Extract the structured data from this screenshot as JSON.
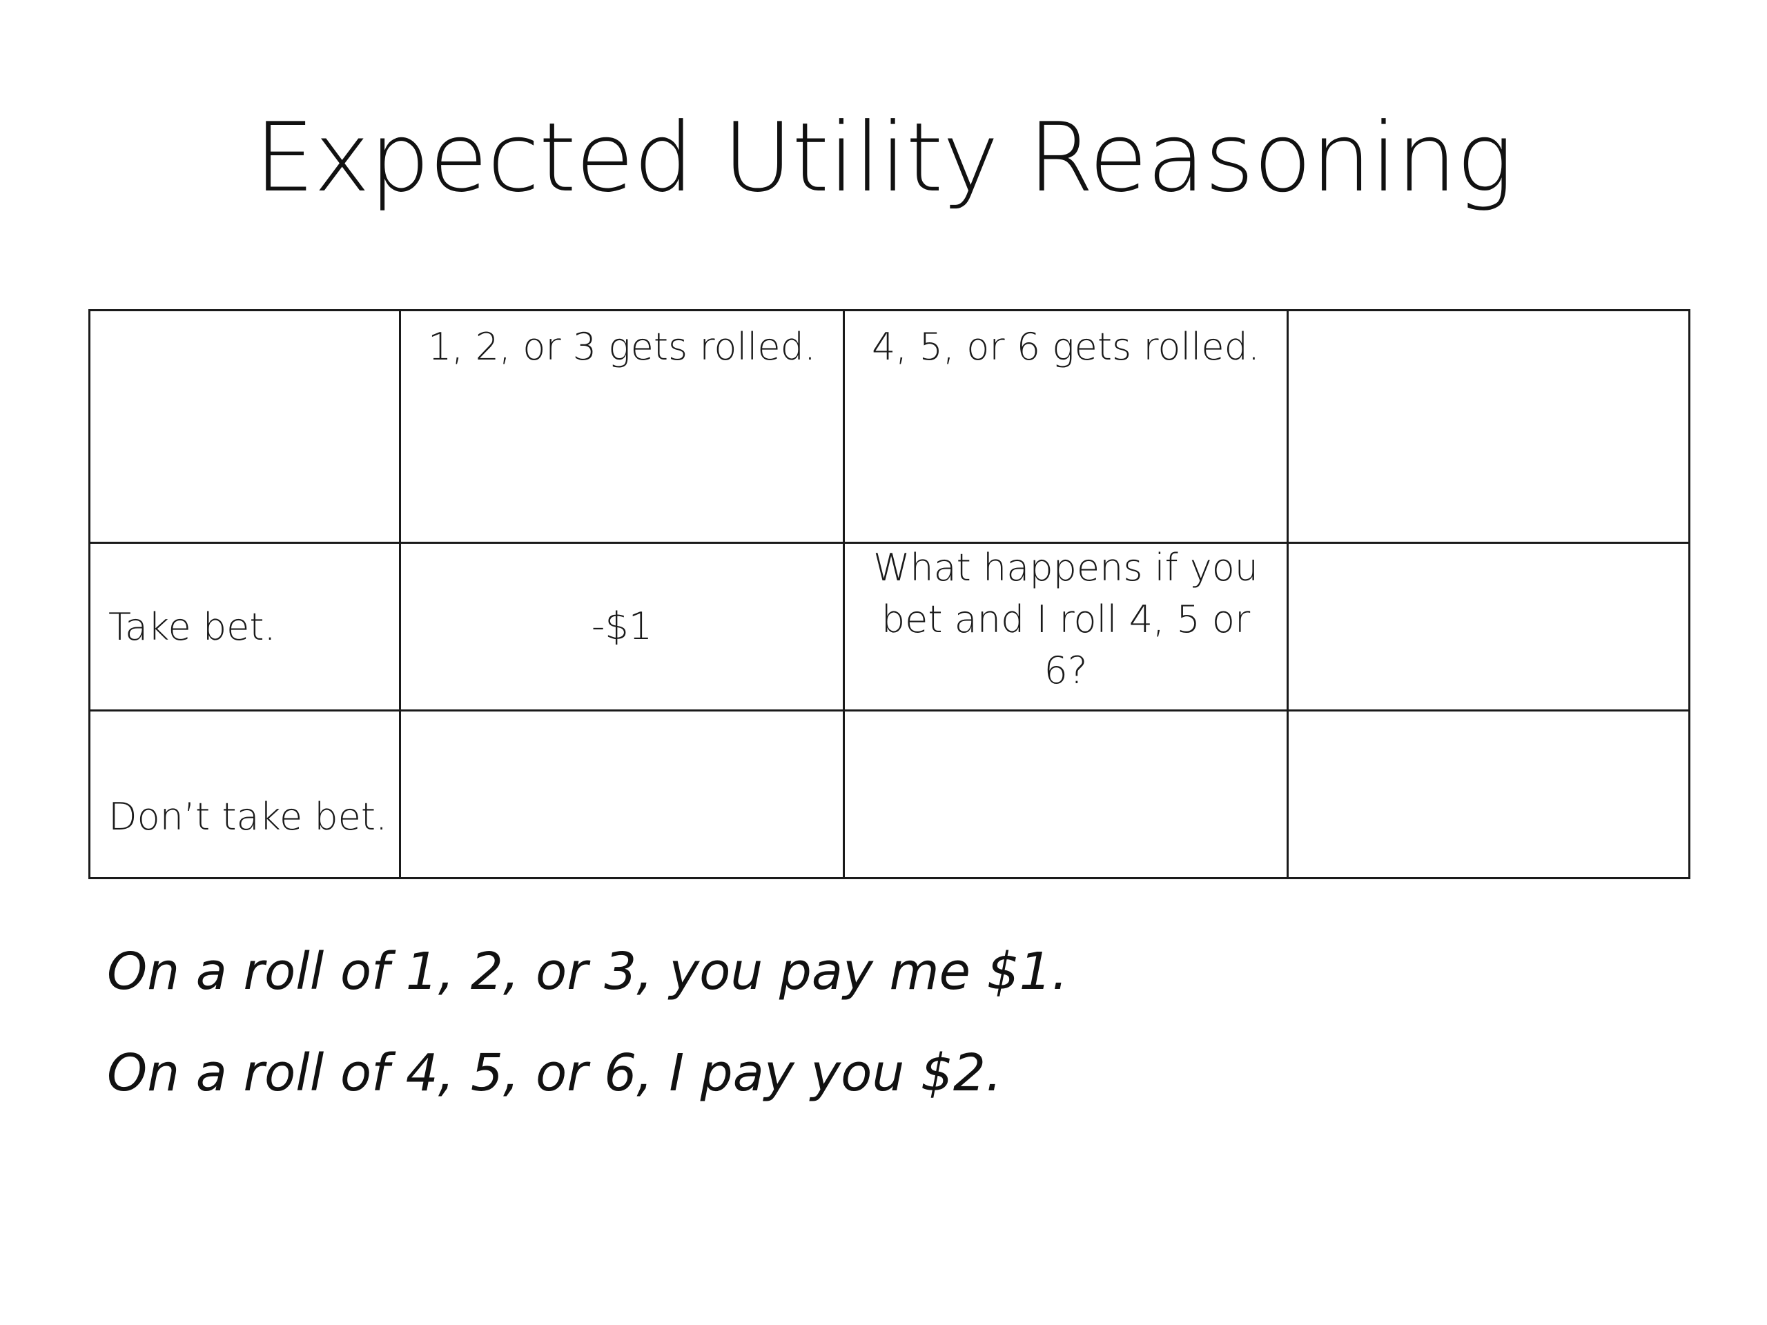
{
  "slide": {
    "title": "Expected Utility Reasoning"
  },
  "table": {
    "columns": [
      "",
      "1, 2, or 3 gets rolled.",
      "4, 5, or 6 gets rolled.",
      ""
    ],
    "rows": [
      {
        "label": "Take bet.",
        "cells": [
          "-$1",
          "What happens if you bet and I roll 4, 5 or 6?",
          ""
        ]
      },
      {
        "label": "Don’t take bet.",
        "cells": [
          "",
          "",
          ""
        ]
      }
    ]
  },
  "notes": [
    "On a roll of 1, 2, or 3, you pay me $1.",
    "On a roll of 4, 5, or 6, I pay you $2."
  ]
}
